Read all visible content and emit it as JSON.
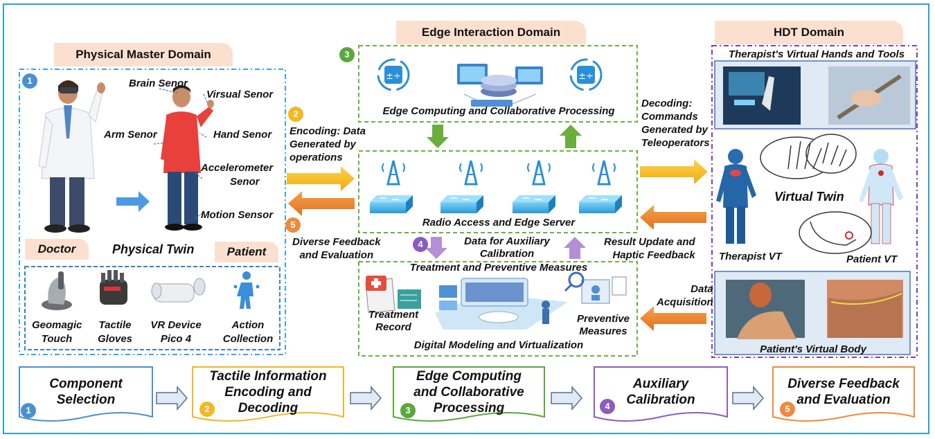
{
  "domains": {
    "physical": "Physical Master Domain",
    "edge": "Edge Interaction Domain",
    "hdt": "HDT Domain"
  },
  "badges": {
    "doctor": "Doctor",
    "patient": "Patient"
  },
  "physical_twin": "Physical Twin",
  "sensors": {
    "brain": "Brain Senor",
    "visual": "Virsual Senor",
    "arm": "Arm Senor",
    "hand": "Hand Senor",
    "accel_1": "Accelerometer",
    "accel_2": "Senor",
    "motion": "Motion Sensor"
  },
  "devices": [
    {
      "line1": "Geomagic",
      "line2": "Touch"
    },
    {
      "line1": "Tactile",
      "line2": "Gloves"
    },
    {
      "line1": "VR Device",
      "line2": "Pico 4"
    },
    {
      "line1": "Action",
      "line2": "Collection"
    }
  ],
  "edge": {
    "computing": "Edge Computing and Collaborative Processing",
    "radio": "Radio Access and Edge Server",
    "aux_1": "Data for Auxiliary",
    "aux_2": "Calibration",
    "treatment": "Treatment and Preventive Measures",
    "treat_rec_1": "Treatment",
    "treat_rec_2": "Record",
    "prev_1": "Preventive",
    "prev_2": "Measures",
    "modeling": "Digital Modeling and Virtualization"
  },
  "flows": {
    "encoding_1": "Encoding: Data",
    "encoding_2": "Generated by",
    "encoding_3": "operations",
    "feedback_1": "Diverse Feedback",
    "feedback_2": "and Evaluation",
    "decoding_1": "Decoding:",
    "decoding_2": "Commands",
    "decoding_3": "Generated by",
    "decoding_4": "Teleoperators",
    "result_1": "Result Update and",
    "result_2": "Haptic Feedback",
    "acq_1": "Data",
    "acq_2": "Acquisition"
  },
  "hdt": {
    "hands_tools": "Therapist's Virtual Hands and Tools",
    "virtual_twin": "Virtual Twin",
    "therapist_vt": "Therapist VT",
    "patient_vt": "Patient VT",
    "virtual_body": "Patient's Virtual Body"
  },
  "steps": [
    {
      "num": "1",
      "l1": "Component",
      "l2": "Selection",
      "l3": "",
      "color": "#4a8fd0"
    },
    {
      "num": "2",
      "l1": "Tactile Information",
      "l2": "Encoding and",
      "l3": "Decoding",
      "color": "#f2b722"
    },
    {
      "num": "3",
      "l1": "Edge Computing",
      "l2": "and Collaborative",
      "l3": "Processing",
      "color": "#5aa83c"
    },
    {
      "num": "4",
      "l1": "Auxiliary",
      "l2": "Calibration",
      "l3": "",
      "color": "#8a5cc0"
    },
    {
      "num": "5",
      "l1": "Diverse Feedback",
      "l2": "and Evaluation",
      "l3": "",
      "color": "#ee8a3c"
    }
  ]
}
